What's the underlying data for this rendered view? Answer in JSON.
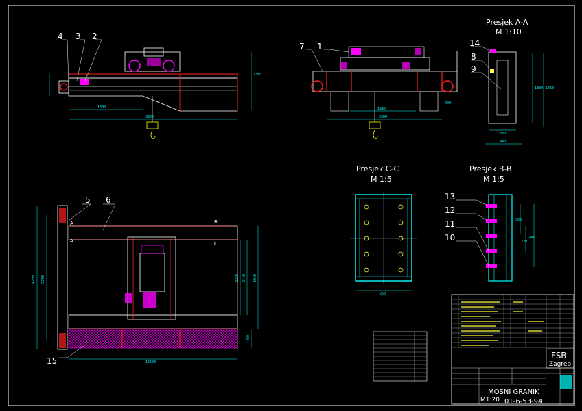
{
  "sections": {
    "a": {
      "title": "Presjek A-A",
      "scale": "M 1:10"
    },
    "c": {
      "title": "Presjek C-C",
      "scale": "M 1:5"
    },
    "b": {
      "title": "Presjek B-B",
      "scale": "M 1:5"
    }
  },
  "callouts": {
    "n1": "1",
    "n2": "2",
    "n3": "3",
    "n4": "4",
    "n5": "5",
    "n6": "6",
    "n7": "7",
    "n8": "8",
    "n9": "9",
    "n10": "10",
    "n11": "11",
    "n12": "12",
    "n13": "13",
    "n14": "14",
    "n15": "15"
  },
  "dimensions": {
    "side_1800": "1800",
    "side_3900": "3900",
    "side_1380": "1380",
    "end_1990": "1990",
    "end_3300": "3300",
    "end_400": "400",
    "a_1330": "1330",
    "a_1460": "1460",
    "a_380": "380",
    "a_440": "440",
    "c_250": "250",
    "b_300": "300",
    "b_220": "220",
    "b_440": "440",
    "plan_4200": "4200",
    "plan_2700": "2700",
    "plan_2230": "2230",
    "plan_2140": "2140",
    "plan_3030": "3030",
    "plan_16500": "16500",
    "plan_450": "450"
  },
  "section_marks": {
    "a1": "A",
    "a2": "A",
    "b1": "B",
    "c1": "C"
  },
  "title_block": {
    "school": "FSB",
    "city": "Zagreb",
    "drawing_name": "MOSNI GRANIK",
    "scale": "M1:20",
    "drawing_number": "01-6-53-94"
  },
  "colors": {
    "frame": "#ffffff",
    "steel": "#ffffff",
    "girder_red": "#ff2020",
    "motor_magenta": "#ff00ff",
    "dimension_cyan": "#00ffff",
    "hook_yellow": "#ffff00",
    "bolt_yellow": "#ffff40"
  }
}
